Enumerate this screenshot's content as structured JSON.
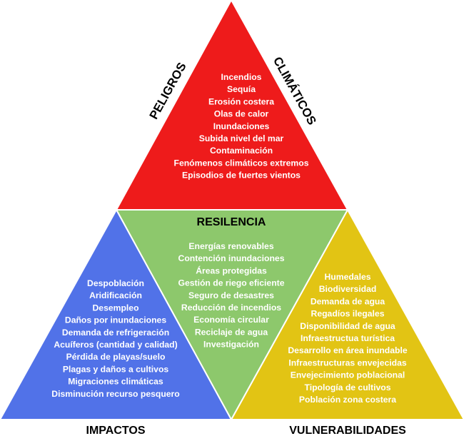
{
  "peligros": {
    "label_left": "PELIGROS",
    "label_right": "CLIMÁTICOS",
    "color": "#ee1b1b",
    "items": [
      "Incendios",
      "Sequía",
      "Erosión costera",
      "Olas de calor",
      "Inundaciones",
      "Subida nivel del mar",
      "Contaminación",
      "Fenómenos climáticos extremos",
      "Episodios de fuertes vientos"
    ]
  },
  "resilencia": {
    "title": "RESILENCIA",
    "color": "#8dc86c",
    "items": [
      "Energías renovables",
      "Contención inundaciones",
      "Áreas protegidas",
      "Gestión de riego eficiente",
      "Seguro de desastres",
      "Reducción de incendios",
      "Economía circular",
      "Reciclaje de agua",
      "Investigación"
    ]
  },
  "impactos": {
    "title": "IMPACTOS",
    "color": "#5172e8",
    "items": [
      "Despoblación",
      "Aridificación",
      "Desempleo",
      "Daños por inundaciones",
      "Demanda de refrigeración",
      "Acuíferos (cantidad y calidad)",
      "Pérdida de playas/suelo",
      "Plagas y daños a cultivos",
      "Migraciones climáticas",
      "Disminución recurso pesquero"
    ]
  },
  "vulnerabilidades": {
    "title": "VULNERABILIDADES",
    "color": "#e2c414",
    "items": [
      "Humedales",
      "Biodiversidad",
      "Demanda de agua",
      "Regadíos ilegales",
      "Disponibilidad de agua",
      "Infraestructua turística",
      "Desarrollo en área inundable",
      "Infraestructuras envejecidas",
      "Envejecimiento poblacional",
      "Tipología de cultivos",
      "Población zona costera"
    ]
  }
}
